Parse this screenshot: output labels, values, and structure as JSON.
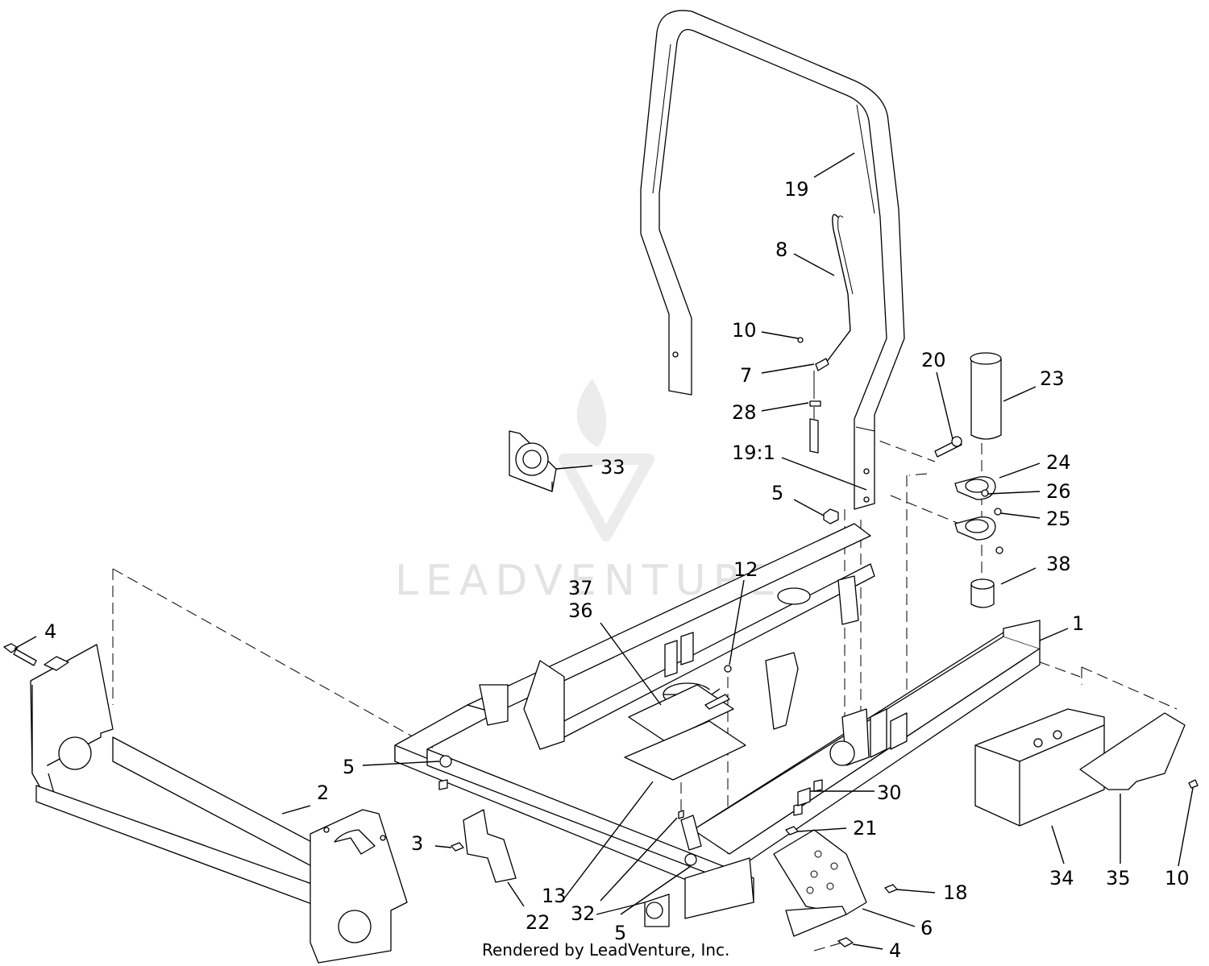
{
  "watermark": {
    "text": "LEADVENTURE"
  },
  "credit": "Rendered by LeadVenture, Inc.",
  "callouts": [
    {
      "id": "c19",
      "label": "19"
    },
    {
      "id": "c8",
      "label": "8"
    },
    {
      "id": "c10a",
      "label": "10"
    },
    {
      "id": "c7",
      "label": "7"
    },
    {
      "id": "c28",
      "label": "28"
    },
    {
      "id": "c20",
      "label": "20"
    },
    {
      "id": "c23",
      "label": "23"
    },
    {
      "id": "c33",
      "label": "33"
    },
    {
      "id": "c19_1",
      "label": "19:1"
    },
    {
      "id": "c24",
      "label": "24"
    },
    {
      "id": "c26",
      "label": "26"
    },
    {
      "id": "c5a",
      "label": "5"
    },
    {
      "id": "c25",
      "label": "25"
    },
    {
      "id": "c38",
      "label": "38"
    },
    {
      "id": "c12",
      "label": "12"
    },
    {
      "id": "c37",
      "label": "37"
    },
    {
      "id": "c36",
      "label": "36"
    },
    {
      "id": "c4a",
      "label": "4"
    },
    {
      "id": "c1",
      "label": "1"
    },
    {
      "id": "c5b",
      "label": "5"
    },
    {
      "id": "c30",
      "label": "30"
    },
    {
      "id": "c2",
      "label": "2"
    },
    {
      "id": "c21",
      "label": "21"
    },
    {
      "id": "c3",
      "label": "3"
    },
    {
      "id": "c18",
      "label": "18"
    },
    {
      "id": "c34",
      "label": "34"
    },
    {
      "id": "c35",
      "label": "35"
    },
    {
      "id": "c10b",
      "label": "10"
    },
    {
      "id": "c13",
      "label": "13"
    },
    {
      "id": "c22",
      "label": "22"
    },
    {
      "id": "c32",
      "label": "32"
    },
    {
      "id": "c5c",
      "label": "5"
    },
    {
      "id": "c6",
      "label": "6"
    },
    {
      "id": "c4b",
      "label": "4"
    }
  ]
}
